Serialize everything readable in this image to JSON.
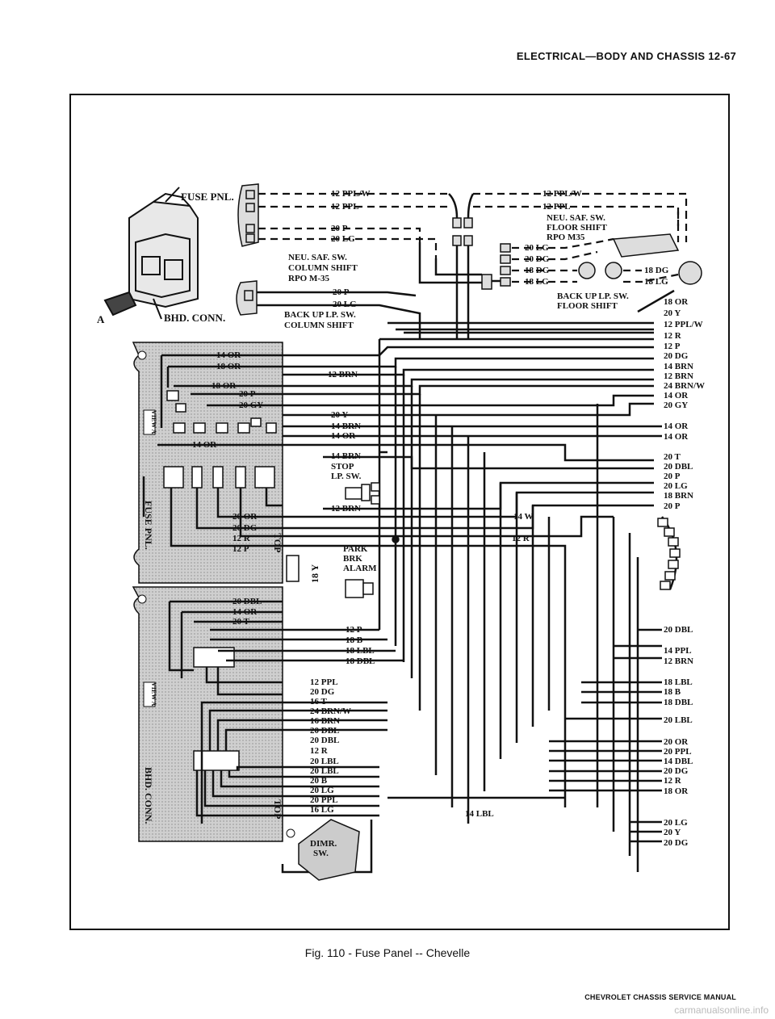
{
  "header": {
    "title": "ELECTRICAL—BODY AND CHASSIS 12-67"
  },
  "caption": "Fig. 110 - Fuse Panel -- Chevelle",
  "footer": "CHEVROLET CHASSIS SERVICE MANUAL",
  "watermark": "carmanualsonline.info",
  "inset": {
    "fuse_pnl": "FUSE PNL.",
    "bhd_conn": "BHD. CONN.",
    "view": "A"
  },
  "side_labels": {
    "fuse_pnl": "FUSE PNL.",
    "bhd_conn": "BHD. CONN.",
    "view": "VIEW A",
    "top": "TOP"
  },
  "top_wires": {
    "l1": "12 PPL/W",
    "l2": "12 PPL",
    "l3": "20 P",
    "l4": "20 LG",
    "r1": "12 PPL/W",
    "r2": "12 PPL",
    "neu_col": [
      "NEU. SAF. SW.",
      "COLUMN SHIFT",
      "RPO M-35"
    ],
    "neu_floor": [
      "NEU. SAF. SW.",
      "FLOOR SHIFT",
      "RPO M35"
    ],
    "f1": "20 LG",
    "f2": "20 DG",
    "f3": "18 DG",
    "f4": "18 LG",
    "f5": "18 DG",
    "f6": "18 LG",
    "bk1": "20 P",
    "bk2": "20 LG",
    "backup_col": [
      "BACK UP LP. SW.",
      "COLUMN SHIFT"
    ],
    "backup_floor": [
      "BACK UP LP. SW.",
      "FLOOR SHIFT"
    ]
  },
  "fuse_panel_labels": [
    "14 OR",
    "18 OR",
    "18 OR",
    "20 P",
    "20 GY",
    "14 OR",
    "20 OR",
    "20 DG",
    "12 R",
    "12 P"
  ],
  "bhd_panel_labels": [
    "20 DBL",
    "14 OR",
    "20 T"
  ],
  "middle_labels": {
    "brn12": "12 BRN",
    "y20": "20 Y",
    "brn14": "14 BRN",
    "or14": "14 OR",
    "brn14b": "14 BRN",
    "stop": [
      "STOP",
      "LP. SW."
    ],
    "brn12b": "12 BRN",
    "w14": "14 W",
    "r12": "12 R",
    "park": [
      "PARK",
      "BRK",
      "ALARM"
    ],
    "y18": "18 Y",
    "lbl14": "14 LBL",
    "dimr": [
      "DIMR.",
      "SW."
    ]
  },
  "mid_column": [
    "12 P",
    "18 B",
    "18 LBL",
    "18 DBL"
  ],
  "lower_column": [
    "12 PPL",
    "20 DG",
    "16 T",
    "24 BRN/W",
    "16 BRN",
    "20 DBL",
    "20 DBL",
    "12 R",
    "20 LBL",
    "20 LBL",
    "20 B",
    "20 LG",
    "20 PPL",
    "16 LG"
  ],
  "right_column_a": [
    "18 OR",
    "20 Y",
    "12 PPL/W",
    "12 R",
    "12 P",
    "20 DG",
    "14 BRN",
    "12 BRN",
    "24 BRN/W",
    "14 OR",
    "20 GY"
  ],
  "right_column_b": [
    "14 OR",
    "14 OR"
  ],
  "right_column_c": [
    "20 T",
    "20 DBL",
    "20 P",
    "20 LG",
    "18 BRN",
    "20 P"
  ],
  "right_column_d": [
    "20 DBL",
    "14 PPL",
    "12 BRN"
  ],
  "right_column_e": [
    "18 LBL",
    "18 B",
    "18 DBL"
  ],
  "right_column_f": [
    "20 LBL"
  ],
  "right_column_g": [
    "20 OR",
    "20 PPL",
    "14 DBL",
    "20 DG",
    "12 R",
    "18 OR"
  ],
  "right_column_h": [
    "20 LG",
    "20 Y",
    "20 DG"
  ]
}
